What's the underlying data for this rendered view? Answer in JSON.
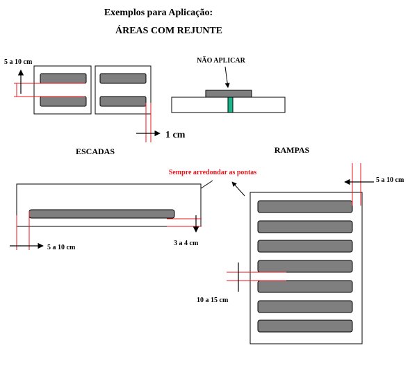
{
  "header": {
    "title": "Exemplos para Aplicação:",
    "subtitle": "ÁREAS COM REJUNTE"
  },
  "joint_example": {
    "dim_label": "5 a 10 cm",
    "gap_label": "1 cm"
  },
  "do_not_apply": {
    "label": "NÃO APLICAR",
    "joint_color": "#1bb38a"
  },
  "stairs": {
    "title": "ESCADAS",
    "note": "Sempre arredondar as pontas",
    "note_color": "#e8141b",
    "edge_label": "5 a 10 cm",
    "depth_label": "3 a 4 cm"
  },
  "ramps": {
    "title": "RAMPAS",
    "edge_label": "5 a 10 cm",
    "spacing_label": "10 a 15 cm"
  },
  "colors": {
    "strip_fill": "#7f7f7f",
    "guide_line": "#e8141b",
    "outline": "#000000"
  }
}
